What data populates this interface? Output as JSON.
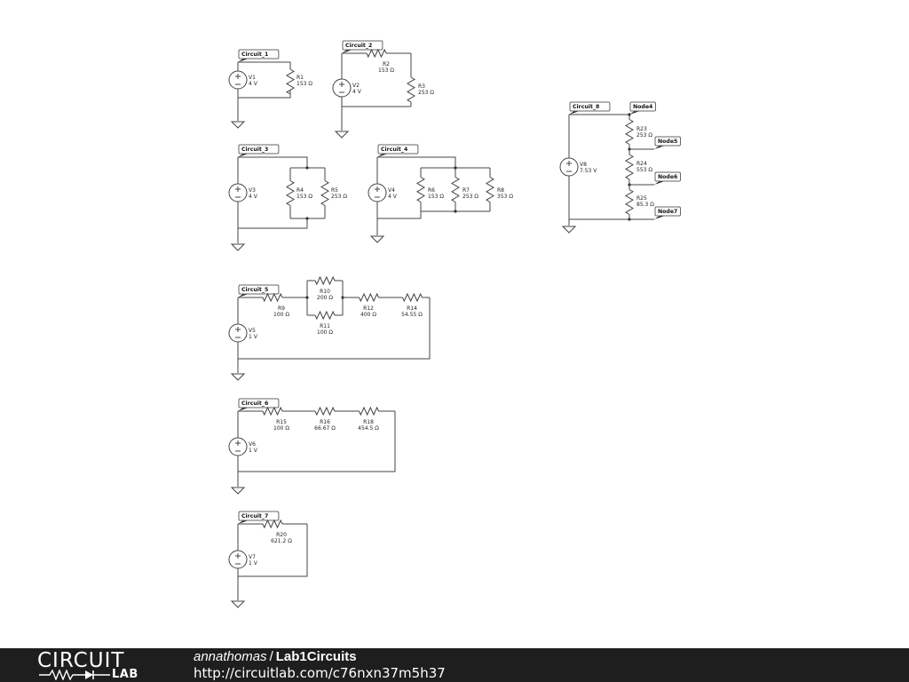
{
  "circuits": {
    "c1": {
      "label": "Circuit_1",
      "source": {
        "name": "V1",
        "value": "4 V"
      },
      "resistors": [
        {
          "name": "R1",
          "value": "153 Ω"
        }
      ]
    },
    "c2": {
      "label": "Circuit_2",
      "source": {
        "name": "V2",
        "value": "4 V"
      },
      "resistors": [
        {
          "name": "R2",
          "value": "153 Ω"
        },
        {
          "name": "R3",
          "value": "253 Ω"
        }
      ]
    },
    "c3": {
      "label": "Circuit_3",
      "source": {
        "name": "V3",
        "value": "4 V"
      },
      "resistors": [
        {
          "name": "R4",
          "value": "153 Ω"
        },
        {
          "name": "R5",
          "value": "253 Ω"
        }
      ]
    },
    "c4": {
      "label": "Circuit_4",
      "source": {
        "name": "V4",
        "value": "4 V"
      },
      "resistors": [
        {
          "name": "R6",
          "value": "153 Ω"
        },
        {
          "name": "R7",
          "value": "253 Ω"
        },
        {
          "name": "R8",
          "value": "353 Ω"
        }
      ]
    },
    "c5": {
      "label": "Circuit_5",
      "source": {
        "name": "V5",
        "value": "1 V"
      },
      "resistors": [
        {
          "name": "R9",
          "value": "100 Ω"
        },
        {
          "name": "R10",
          "value": "200 Ω"
        },
        {
          "name": "R11",
          "value": "100 Ω"
        },
        {
          "name": "R12",
          "value": "400 Ω"
        },
        {
          "name": "R14",
          "value": "54.55 Ω"
        }
      ]
    },
    "c6": {
      "label": "Circuit_6",
      "source": {
        "name": "V6",
        "value": "1 V"
      },
      "resistors": [
        {
          "name": "R15",
          "value": "100 Ω"
        },
        {
          "name": "R16",
          "value": "66.67 Ω"
        },
        {
          "name": "R18",
          "value": "454.5 Ω"
        }
      ]
    },
    "c7": {
      "label": "Circuit_7",
      "source": {
        "name": "V7",
        "value": "1 V"
      },
      "resistors": [
        {
          "name": "R20",
          "value": "621.2 Ω"
        }
      ]
    },
    "c8": {
      "label": "Circuit_8",
      "source": {
        "name": "V8",
        "value": "7.53 V"
      },
      "resistors": [
        {
          "name": "R23",
          "value": "253 Ω"
        },
        {
          "name": "R24",
          "value": "553 Ω"
        },
        {
          "name": "R25",
          "value": "85.3 Ω"
        }
      ],
      "nodes": [
        "Node4",
        "Node5",
        "Node6",
        "Node7"
      ]
    }
  },
  "footer": {
    "logo_top": "CIRCUIT",
    "logo_bottom": "LAB",
    "author": "annathomas",
    "separator": "/",
    "project": "Lab1Circuits",
    "url": "http://circuitlab.com/c76nxn37m5h37"
  }
}
